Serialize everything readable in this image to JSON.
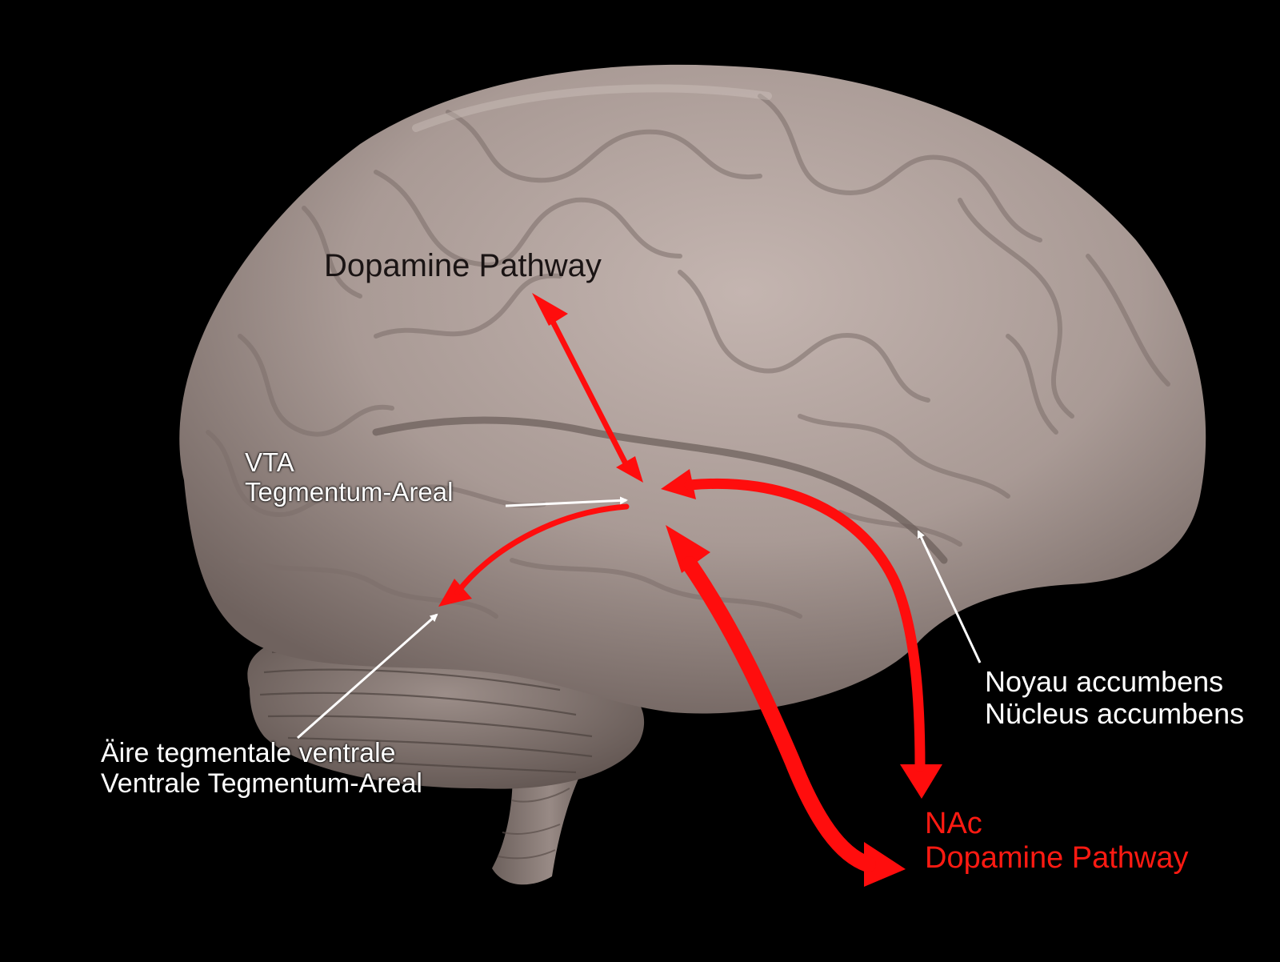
{
  "diagram": {
    "colors": {
      "background": "#000000",
      "brain": "#a99a95",
      "pathway_arrow": "#ff0d0d",
      "pointer_arrow": "#ffffff",
      "label_dark": "#1a1414",
      "label_red": "#ff1a12"
    },
    "labels": {
      "dopamine_top": "Dopamine Pathway",
      "vta_line1": "VTA",
      "vta_line2": "Tegmentum-Areal",
      "aire_line1": "Äire tegmentale ventrale",
      "aire_line2": "Ventrale Tegmentum-Areal",
      "noyau_line1": "Noyau accumbens",
      "noyau_line2": "Nücleus accumbens",
      "nac_line1": "NAc",
      "nac_line2": "Dopamine Pathway"
    }
  }
}
